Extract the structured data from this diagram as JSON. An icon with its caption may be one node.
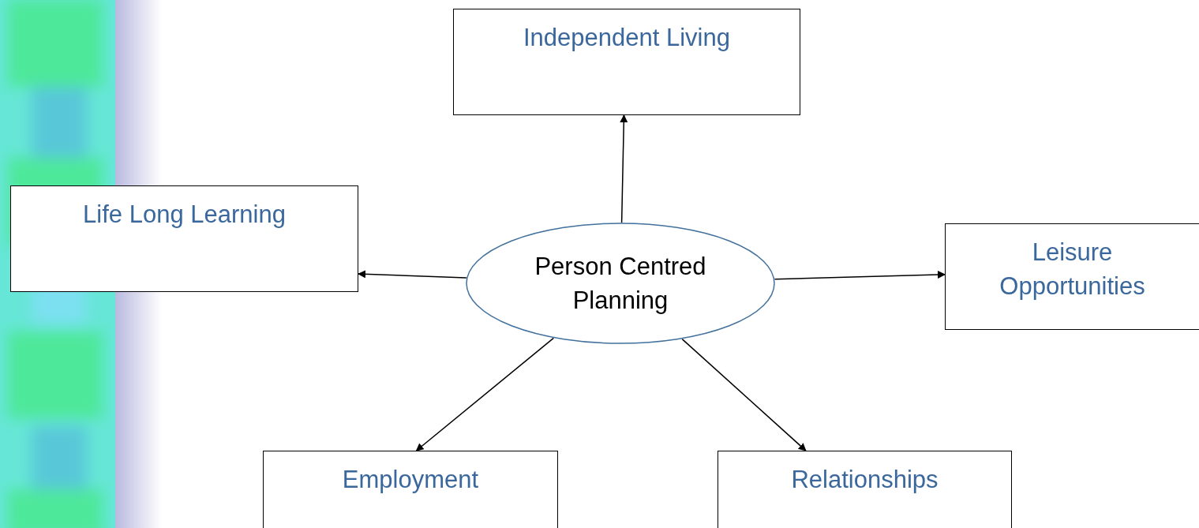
{
  "diagram": {
    "nodes": [
      {
        "text": [
          "Independent Living"
        ]
      },
      {
        "text": [
          "Life Long Learning"
        ]
      },
      {
        "text": [
          "Person Centred Planning"
        ]
      },
      {
        "text": [
          "Leisure Opportunities"
        ]
      },
      {
        "text": [
          "Employment"
        ]
      },
      {
        "text": [
          "Relationships"
        ]
      }
    ],
    "edges": [
      {
        "from": 2,
        "to": 0,
        "arrow": "to"
      },
      {
        "from": 2,
        "to": 1,
        "arrow": "to"
      },
      {
        "from": 2,
        "to": 3,
        "arrow": "to"
      },
      {
        "from": 2,
        "to": 4,
        "arrow": "to"
      },
      {
        "from": 2,
        "to": 5,
        "arrow": "to"
      }
    ]
  }
}
